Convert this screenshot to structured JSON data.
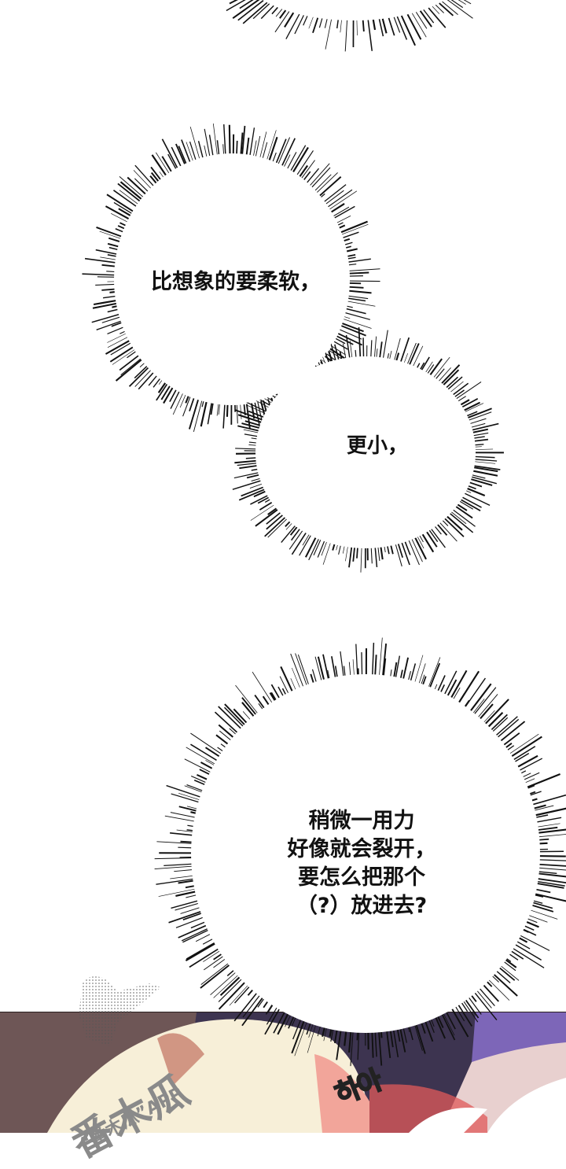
{
  "bubbles": [
    {
      "id": "top-partial",
      "text": ""
    },
    {
      "id": "bubble-1",
      "text": "比想象的要柔软，"
    },
    {
      "id": "bubble-2",
      "text": "更小，"
    },
    {
      "id": "bubble-3",
      "lines": [
        "稍微一用力",
        "好像就会裂开，",
        "要怎么把那个",
        "（?）放进去?"
      ]
    }
  ],
  "panel": {
    "sound_effect": "하아",
    "colors": {
      "left_bg": "#6e5656",
      "right_bg": "#7d66b8",
      "dark_shadow": "#3d3450",
      "hair": "#f7efd8",
      "skin": "#f2a59a",
      "accent_red": "#e05a5a"
    }
  },
  "watermark": {
    "brand": "番木瓜",
    "tagline": "“番木瓜”APP",
    "subline": "作品"
  }
}
